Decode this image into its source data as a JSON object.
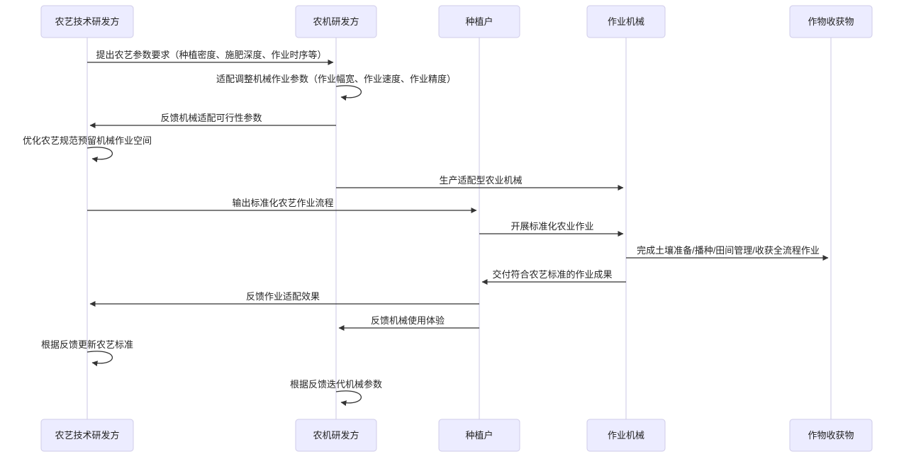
{
  "diagram": {
    "type": "sequence-diagram",
    "colors": {
      "background": "#ffffff",
      "actor_fill": "#ececff",
      "actor_border": "#cfcbe8",
      "lifeline": "#cbc7e6",
      "arrow": "#333333",
      "text": "#262626"
    },
    "actors": [
      {
        "id": "agronomy-rd",
        "label": "农艺技术研发方"
      },
      {
        "id": "machinery-rd",
        "label": "农机研发方"
      },
      {
        "id": "grower",
        "label": "种植户"
      },
      {
        "id": "work-machine",
        "label": "作业机械"
      },
      {
        "id": "crop-harvest",
        "label": "作物收获物"
      }
    ],
    "messages": [
      {
        "from": "农艺技术研发方",
        "to": "农机研发方",
        "kind": "solid-arrow",
        "text": "提出农艺参数要求（种植密度、施肥深度、作业时序等）"
      },
      {
        "from": "农机研发方",
        "to": "农机研发方",
        "kind": "self-loop",
        "text": "适配调整机械作业参数（作业幅宽、作业速度、作业精度）"
      },
      {
        "from": "农机研发方",
        "to": "农艺技术研发方",
        "kind": "solid-arrow",
        "text": "反馈机械适配可行性参数"
      },
      {
        "from": "农艺技术研发方",
        "to": "农艺技术研发方",
        "kind": "self-loop",
        "text": "优化农艺规范预留机械作业空间"
      },
      {
        "from": "农机研发方",
        "to": "作业机械",
        "kind": "solid-arrow",
        "text": "生产适配型农业机械"
      },
      {
        "from": "农艺技术研发方",
        "to": "种植户",
        "kind": "solid-arrow",
        "text": "输出标准化农艺作业流程"
      },
      {
        "from": "种植户",
        "to": "作业机械",
        "kind": "solid-arrow",
        "text": "开展标准化农业作业"
      },
      {
        "from": "作业机械",
        "to": "作物收获物",
        "kind": "solid-arrow",
        "text": "完成土壤准备/播种/田间管理/收获全流程作业"
      },
      {
        "from": "作业机械",
        "to": "种植户",
        "kind": "solid-arrow",
        "text": "交付符合农艺标准的作业成果"
      },
      {
        "from": "种植户",
        "to": "农艺技术研发方",
        "kind": "solid-arrow",
        "text": "反馈作业适配效果"
      },
      {
        "from": "种植户",
        "to": "农机研发方",
        "kind": "solid-arrow",
        "text": "反馈机械使用体验"
      },
      {
        "from": "农艺技术研发方",
        "to": "农艺技术研发方",
        "kind": "self-loop",
        "text": "根据反馈更新农艺标准"
      },
      {
        "from": "农机研发方",
        "to": "农机研发方",
        "kind": "self-loop",
        "text": "根据反馈迭代机械参数"
      }
    ]
  }
}
